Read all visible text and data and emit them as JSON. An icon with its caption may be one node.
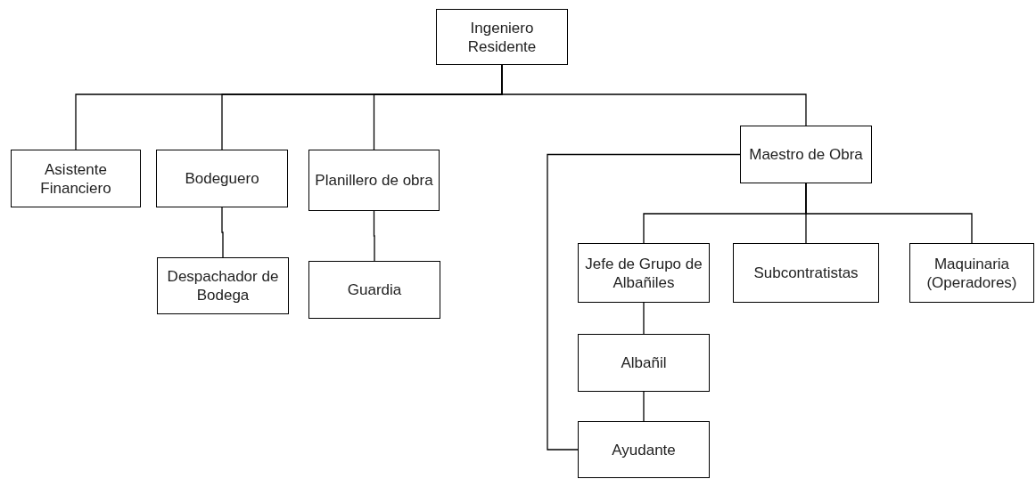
{
  "diagram": {
    "nodes": [
      {
        "text": [
          "Ingeniero Residente"
        ]
      },
      {
        "text": [
          "Asistente Financiero"
        ]
      },
      {
        "text": [
          "Bodeguero"
        ]
      },
      {
        "text": [
          "Planillero de obra"
        ]
      },
      {
        "text": [
          "Maestro de Obra"
        ]
      },
      {
        "text": [
          "Despachador de Bodega"
        ]
      },
      {
        "text": [
          "Guardia"
        ]
      },
      {
        "text": [
          "Jefe de Grupo de Albañiles"
        ]
      },
      {
        "text": [
          "Subcontratistas"
        ]
      },
      {
        "text": [
          "Maquinaria (Operadores)"
        ]
      },
      {
        "text": [
          "Albañil"
        ]
      },
      {
        "text": [
          "Ayudante"
        ]
      }
    ],
    "edges": [
      {
        "from": 0,
        "to": 1,
        "arrow": "none"
      },
      {
        "from": 0,
        "to": 2,
        "arrow": "none"
      },
      {
        "from": 0,
        "to": 3,
        "arrow": "none"
      },
      {
        "from": 0,
        "to": 4,
        "arrow": "none"
      },
      {
        "from": 2,
        "to": 5,
        "arrow": "none"
      },
      {
        "from": 3,
        "to": 6,
        "arrow": "none"
      },
      {
        "from": 4,
        "to": 7,
        "arrow": "none"
      },
      {
        "from": 4,
        "to": 8,
        "arrow": "none"
      },
      {
        "from": 4,
        "to": 9,
        "arrow": "none"
      },
      {
        "from": 7,
        "to": 10,
        "arrow": "none"
      },
      {
        "from": 4,
        "to": 11,
        "arrow": "none"
      },
      {
        "from": 10,
        "to": 11,
        "arrow": "none"
      }
    ]
  }
}
